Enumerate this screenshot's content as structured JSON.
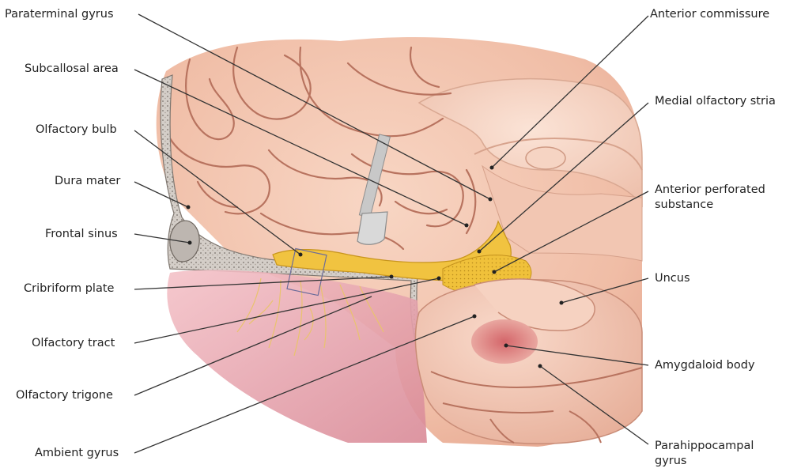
{
  "labels": {
    "left": [
      "Paraterminal gyrus",
      "Subcallosal area",
      "Olfactory bulb",
      "Dura mater",
      "Frontal sinus",
      "Cribriform plate",
      "Olfactory tract",
      "Olfactory trigone",
      "Ambient gyrus"
    ],
    "right": [
      "Anterior commissure",
      "Medial olfactory stria",
      "Anterior perforated",
      "substance",
      "Uncus",
      "Amygdaloid body",
      "Parahippocampal",
      "gyrus"
    ]
  },
  "colors": {
    "brain": "#f2c3ad",
    "brain_shadow": "#d99a86",
    "sulcus": "#b8735f",
    "olfactory": "#f0c23c",
    "bone": "#cfc9c3",
    "nasal": "#e9a9b4",
    "amygdala": "#d6706f",
    "leader": "#333333"
  }
}
